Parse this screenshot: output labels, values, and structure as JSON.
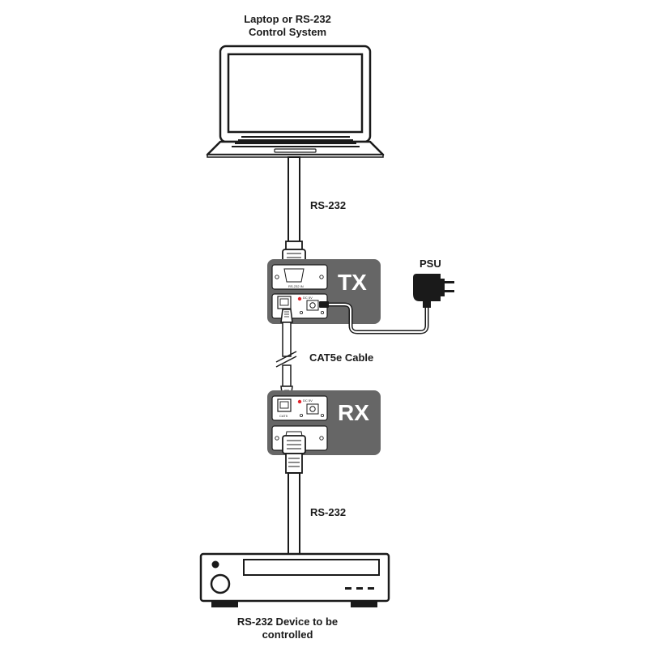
{
  "source_label": [
    "Laptop or RS-232",
    "Control System"
  ],
  "target_label": [
    "RS-232 Device to be",
    "controlled"
  ],
  "upper_cable_label": "RS-232",
  "lower_cable_label": "RS-232",
  "middle_cable_label": "CAT5e Cable",
  "psu_label": "PSU",
  "tx_label": "TX",
  "rx_label": "RX",
  "port_labels": {
    "tx_rs232": "RS-232 IN",
    "tx_dc": "DC 5V",
    "rx_dc": "DC 5V",
    "rx_cat5": "CAT5"
  },
  "colors": {
    "unit_body": "#666666",
    "panel": "#ffffff",
    "outline": "#1a1a1a",
    "cable": "#1a1a1a",
    "led_red": "#e3262d",
    "text": "#1a1a1a"
  }
}
